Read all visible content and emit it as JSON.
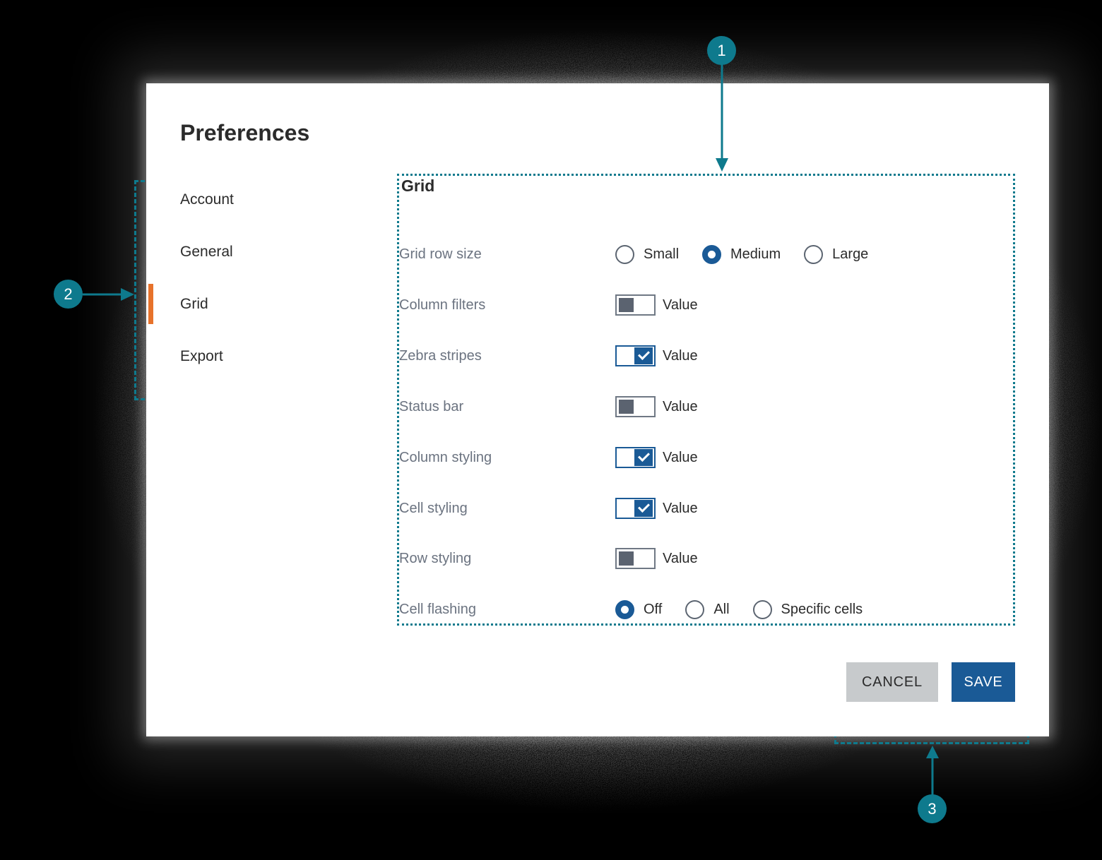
{
  "title": "Preferences",
  "sidebar": {
    "items": [
      {
        "label": "Account",
        "selected": false
      },
      {
        "label": "General",
        "selected": false
      },
      {
        "label": "Grid",
        "selected": true
      },
      {
        "label": "Export",
        "selected": false
      }
    ]
  },
  "panel": {
    "heading": "Grid",
    "rows": [
      {
        "label": "Grid row size",
        "type": "radio-group",
        "options": [
          "Small",
          "Medium",
          "Large"
        ],
        "selected": "Medium"
      },
      {
        "label": "Column filters",
        "type": "switch",
        "checked": false,
        "value_label": "Value"
      },
      {
        "label": "Zebra stripes",
        "type": "switch",
        "checked": true,
        "value_label": "Value"
      },
      {
        "label": "Status bar",
        "type": "switch",
        "checked": false,
        "value_label": "Value"
      },
      {
        "label": "Column styling",
        "type": "switch",
        "checked": true,
        "value_label": "Value"
      },
      {
        "label": "Cell styling",
        "type": "switch",
        "checked": true,
        "value_label": "Value"
      },
      {
        "label": "Row styling",
        "type": "switch",
        "checked": false,
        "value_label": "Value"
      },
      {
        "label": "Cell flashing",
        "type": "radio-group",
        "options": [
          "Off",
          "All",
          "Specific cells"
        ],
        "selected": "Off"
      }
    ]
  },
  "actions": {
    "cancel_label": "CANCEL",
    "save_label": "SAVE"
  },
  "annotations": {
    "one": "1",
    "two": "2",
    "three": "3"
  },
  "colors": {
    "teal": "#0e7a8d",
    "blue": "#1a5a96",
    "orange": "#e7722b",
    "cancel_bg": "#c7cacc",
    "switch_off_gray": "#5b6370",
    "label_gray": "#6b7380",
    "text_dark": "#2b2b2b"
  }
}
